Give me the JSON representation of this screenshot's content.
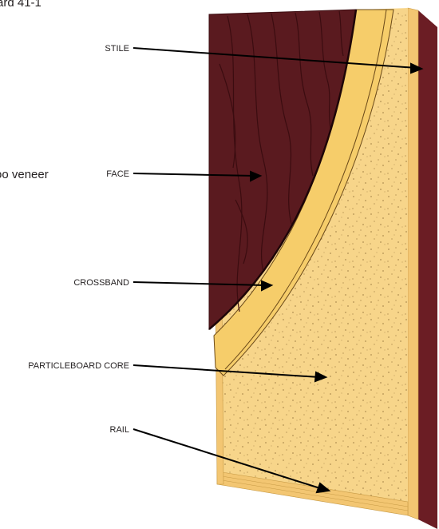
{
  "cropped_text": {
    "top_left": "ard 41-1",
    "side": "oo veneer"
  },
  "labels": {
    "stile": "STILE",
    "face": "FACE",
    "crossband": "CROSSBAND",
    "core": "PARTICLEBOARD CORE",
    "rail": "RAIL"
  },
  "colors": {
    "face_veneer": "#5a1a1f",
    "crossband": "#f6cd6a",
    "core": "#f7d58a",
    "edge_band": "#6b1d24",
    "stile_rail_wood": "#f3c672",
    "line": "#000000"
  }
}
